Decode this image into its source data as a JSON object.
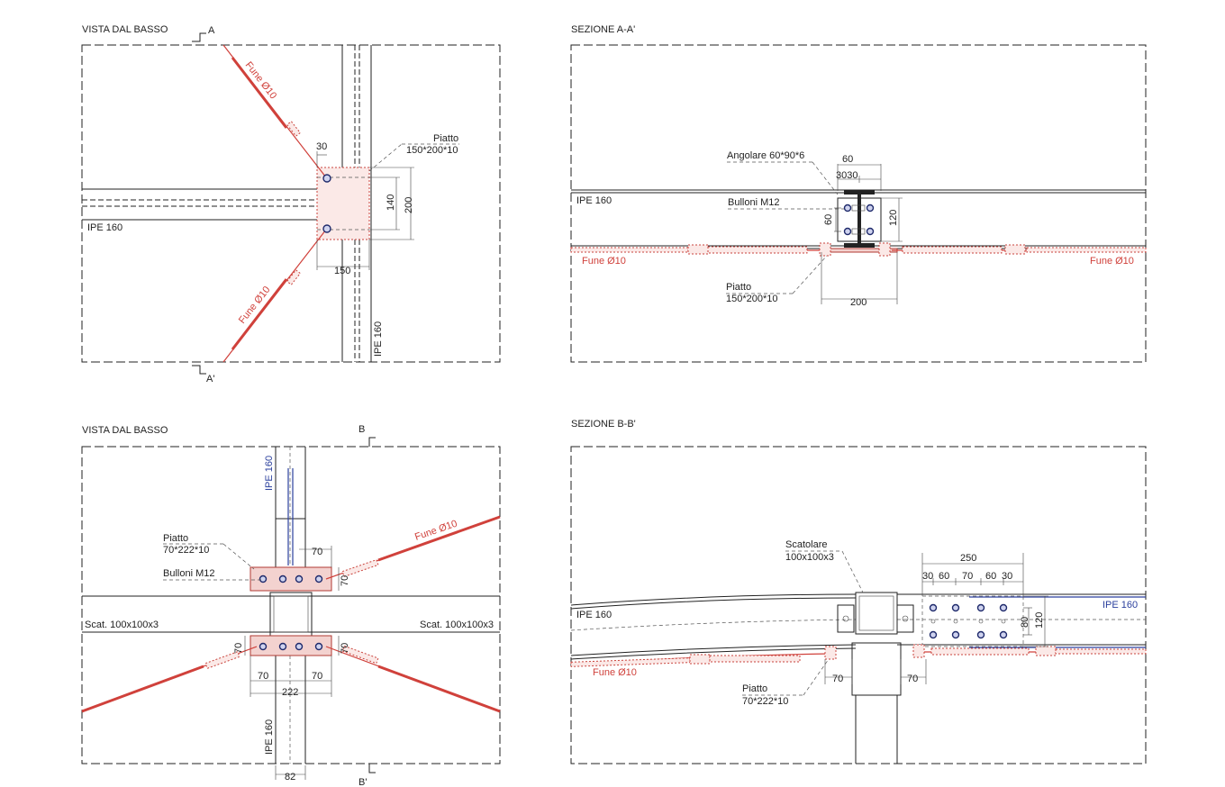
{
  "views": {
    "top_left": {
      "title": "VISTA DAL BASSO",
      "cut_start": "A",
      "cut_end": "A'",
      "cable_upper": "Fune Ø10",
      "cable_lower": "Fune Ø10",
      "beam_h": "IPE 160",
      "beam_v": "IPE 160",
      "plate_label": "Piatto",
      "plate_size": "150*200*10",
      "dim_30": "30",
      "dim_140": "140",
      "dim_200": "200",
      "dim_150": "150"
    },
    "top_right": {
      "title": "SEZIONE A-A'",
      "beam": "IPE 160",
      "angle_label": "Angolare 60*90*6",
      "bolts_label": "Bulloni M12",
      "dim_60_top": "60",
      "dim_3030": "3030",
      "dim_60_side": "60",
      "dim_120": "120",
      "cable_left": "Fune Ø10",
      "cable_right": "Fune Ø10",
      "plate_label": "Piatto",
      "plate_size": "150*200*10",
      "dim_200": "200"
    },
    "bottom_left": {
      "title": "VISTA DAL BASSO",
      "cut_start": "B",
      "cut_end": "B'",
      "beam_top": "IPE 160",
      "beam_bottom": "IPE 160",
      "plate_label": "Piatto",
      "plate_size": "70*222*10",
      "bolts_label": "Bulloni M12",
      "cable": "Fune Ø10",
      "box_left": "Scat. 100x100x3",
      "box_right": "Scat. 100x100x3",
      "dim_70_top": "70",
      "dim_70_right_upper": "70",
      "dim_70_left_lower": "70",
      "dim_70_right_lower": "70",
      "dim_70_bottom_left": "70",
      "dim_70_bottom_right": "70",
      "dim_222": "222",
      "dim_82": "82"
    },
    "bottom_right": {
      "title": "SEZIONE B-B'",
      "box_label": "Scatolare",
      "box_size": "100x100x3",
      "dim_250": "250",
      "dim_30a": "30",
      "dim_60a": "60",
      "dim_70": "70",
      "dim_60b": "60",
      "dim_30b": "30",
      "dim_80": "80",
      "dim_120": "120",
      "beam_left": "IPE 160",
      "beam_right": "IPE 160",
      "cable": "Fune Ø10",
      "plate_label": "Piatto",
      "plate_size": "70*222*10",
      "dim_70_left": "70",
      "dim_70_right": "70"
    }
  },
  "colors": {
    "cable": "#d0413b",
    "plate_fill": "#f3d2cf",
    "bolt": "#1f2a6b",
    "blue_beam": "#2a3f9d"
  }
}
